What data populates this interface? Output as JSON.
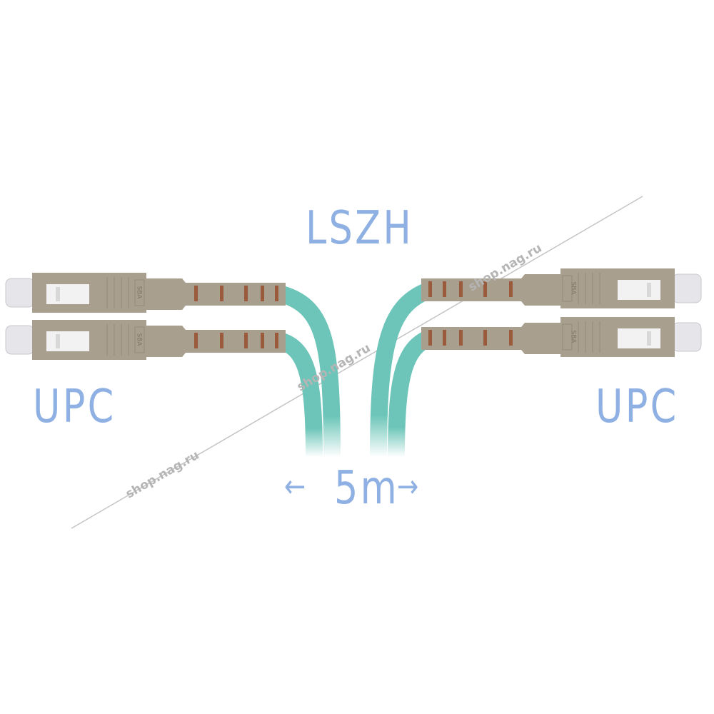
{
  "labels": {
    "material": "LSZH",
    "left_polish": "UPC",
    "right_polish": "UPC",
    "length": "5m",
    "arrow_left": "←",
    "arrow_right": "→"
  },
  "connector_marking": "SBA",
  "watermark": "shop.nag.ru",
  "colors": {
    "label": "#8fb0e3",
    "cable": "#6cc5b8",
    "connector": "#a89f8e",
    "boot_stripe": "#9a5a3c",
    "ferrule": "#e6e6ea"
  }
}
